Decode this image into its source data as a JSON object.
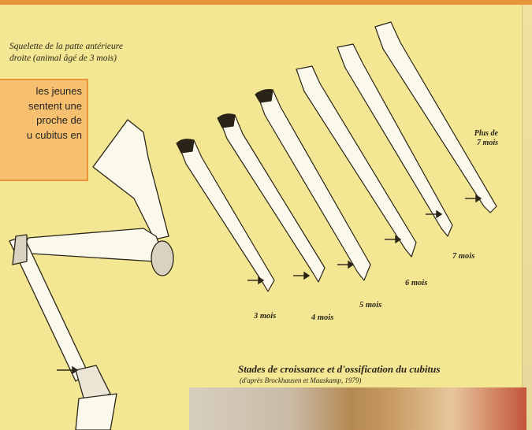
{
  "caption_top": [
    "Squelette de la patte antérieure",
    "droite (animal âgé de 3 mois)"
  ],
  "orange_box_lines": [
    "les jeunes",
    "sentent une",
    "proche de",
    "u cubitus en"
  ],
  "stages": {
    "m3": "3 mois",
    "m4": "4 mois",
    "m5": "5 mois",
    "m6": "6 mois",
    "m7": "7 mois",
    "plus7_line1": "Plus de",
    "plus7_line2": "7 mois"
  },
  "main_caption": "Stades de croissance et d'ossification du cubitus",
  "source_caption": "(d'après Brockhausen et Maaskamp, 1979)",
  "colors": {
    "accent_orange": "#e7953a",
    "box_fill": "#f7c070",
    "page_bg": "#f3e794"
  }
}
